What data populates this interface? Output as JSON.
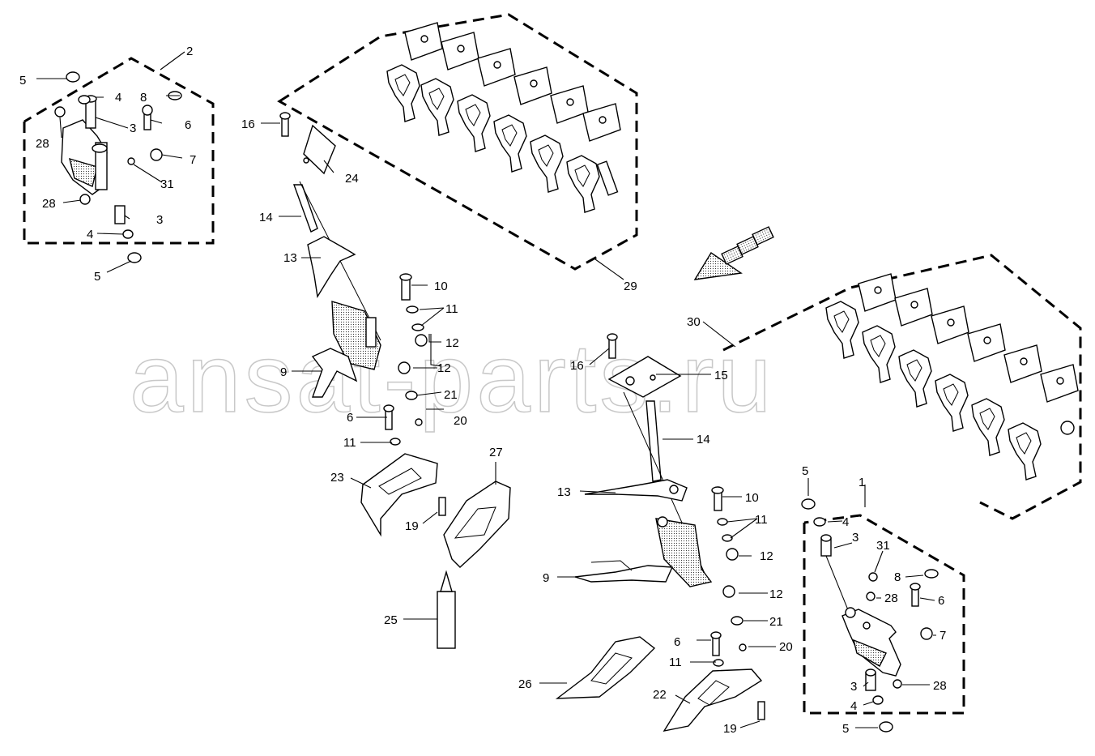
{
  "watermark": "ansat-parts.ru",
  "assemblies": [
    {
      "name": "assembly-2-frame",
      "label": "2"
    },
    {
      "name": "assembly-1-frame",
      "label": "1"
    },
    {
      "name": "knife-bar-29-frame",
      "label": "29"
    },
    {
      "name": "knife-bar-30-frame",
      "label": "30"
    }
  ],
  "callouts": {
    "a2_5_top": "5",
    "a2_4_top": "4",
    "a2_8": "8",
    "a2_3_top": "3",
    "a2_6": "6",
    "a2_28_top": "28",
    "a2_7": "7",
    "a2_31": "31",
    "a2_28_bot": "28",
    "a2_3_bot": "3",
    "a2_4_bot": "4",
    "a2_5_bot": "5",
    "l_16": "16",
    "l_24": "24",
    "l_14": "14",
    "l_13": "13",
    "l_10": "10",
    "l_11a": "11",
    "l_12a": "12",
    "l_9": "9",
    "l_12b": "12",
    "l_21": "21",
    "l_6": "6",
    "l_20": "20",
    "l_11b": "11",
    "l_23": "23",
    "l_19": "19",
    "l_27": "27",
    "l_25": "25",
    "r_30": "30",
    "r_16": "16",
    "r_15": "15",
    "r_14": "14",
    "r_13": "13",
    "r_10": "10",
    "r_11": "11",
    "r_12a": "12",
    "r_9": "9",
    "r_12b": "12",
    "r_21": "21",
    "r_6": "6",
    "r_20": "20",
    "r_11b": "11",
    "r_26": "26",
    "r_22": "22",
    "r_19": "19",
    "a1_5_top": "5",
    "a1_1": "1",
    "a1_4_top": "4",
    "a1_3_top": "3",
    "a1_31": "31",
    "a1_8": "8",
    "a1_28_top": "28",
    "a1_6": "6",
    "a1_7": "7",
    "a1_3_bot": "3",
    "a1_28_bot": "28",
    "a1_4_bot": "4",
    "a1_5_bot": "5"
  },
  "direction_arrow": "flow-direction-arrow"
}
